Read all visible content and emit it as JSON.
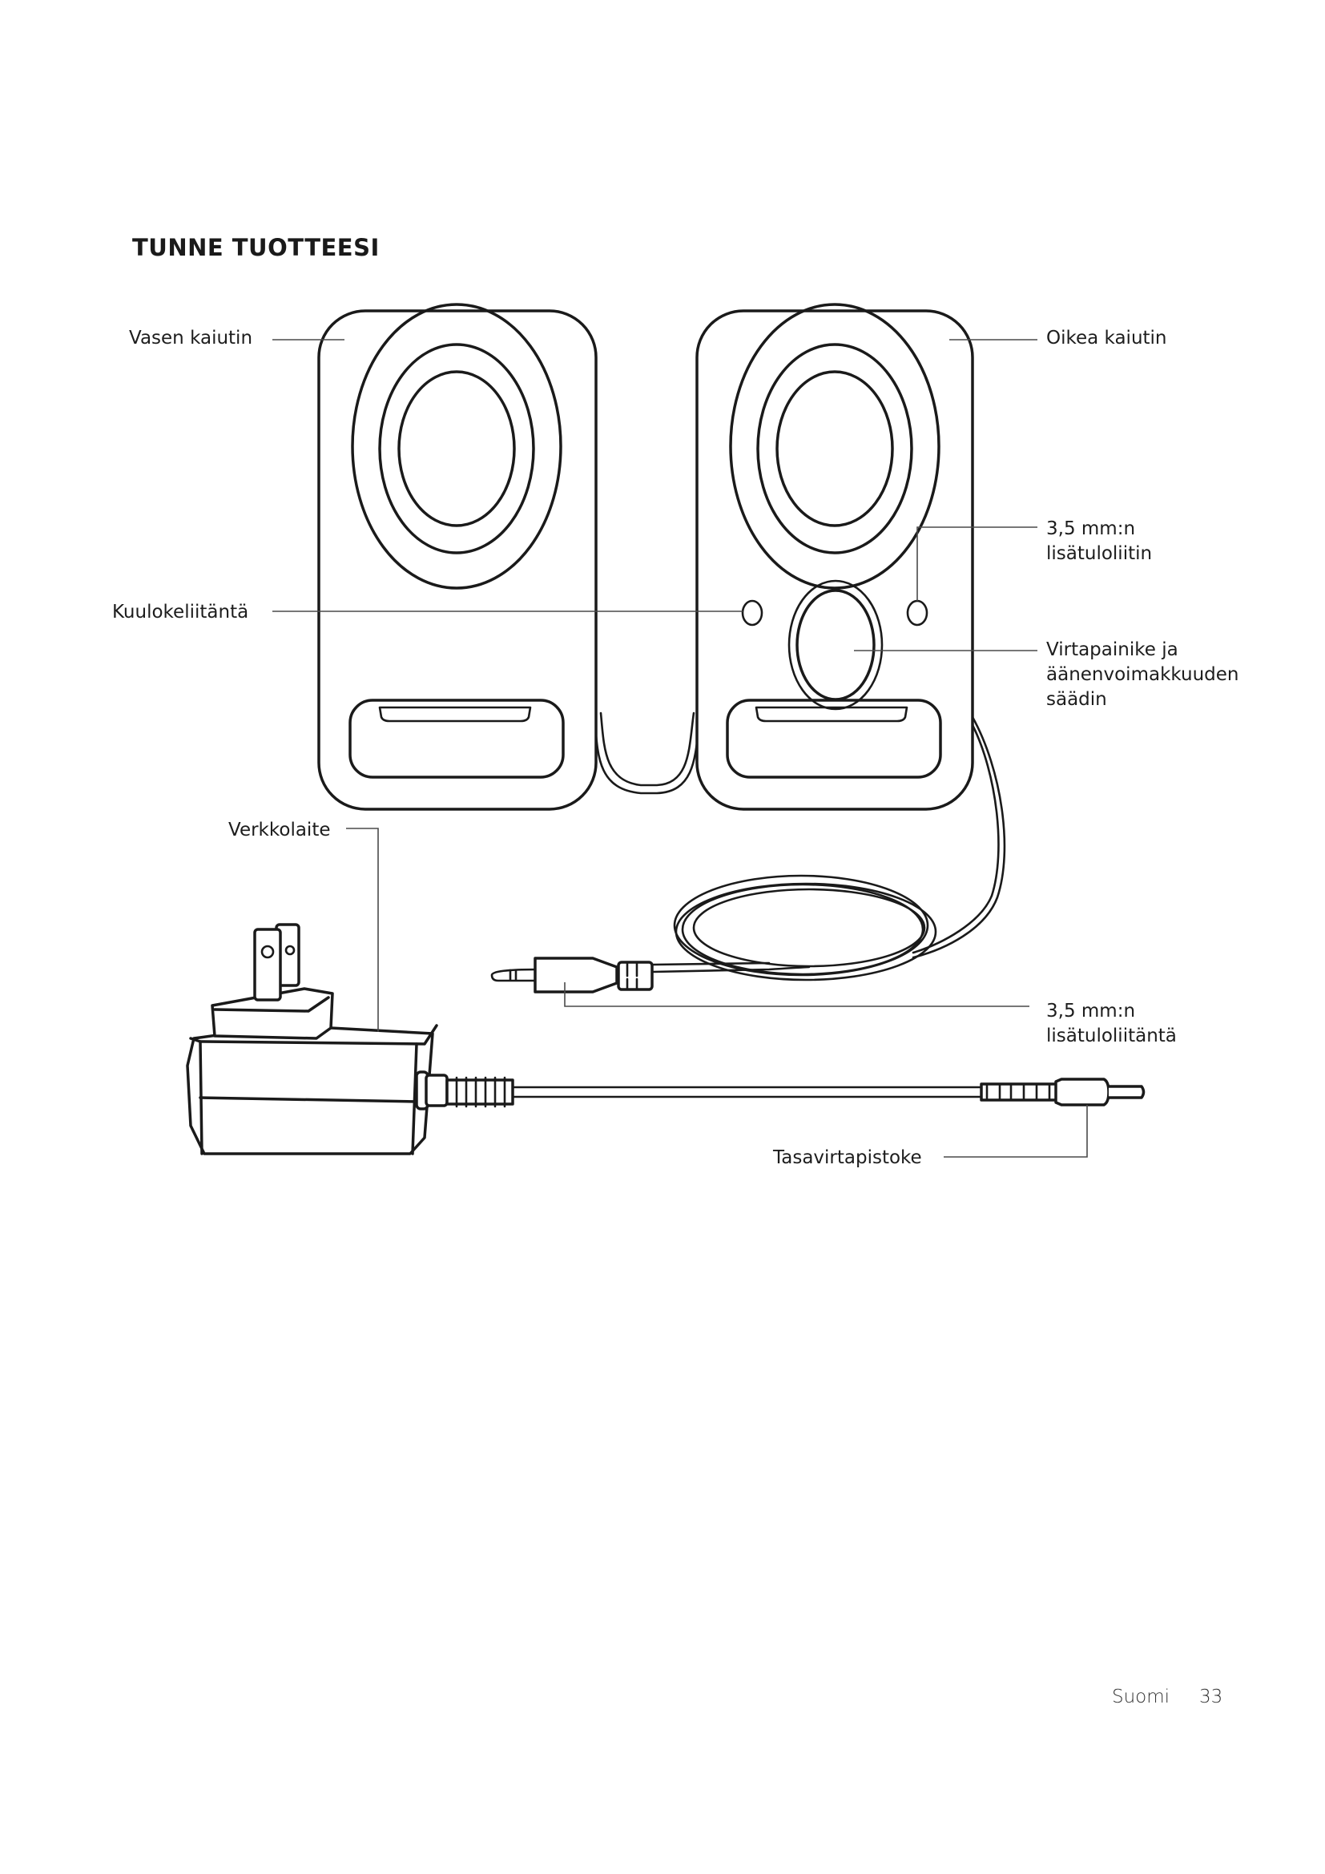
{
  "page": {
    "section_title": "TUNNE TUOTTEESI",
    "footer": {
      "language": "Suomi",
      "page_number": "33"
    }
  },
  "diagram": {
    "subject": "speaker-set-with-power-adapter",
    "callouts": {
      "left_speaker": "Vasen kaiutin",
      "right_speaker": "Oikea kaiutin",
      "aux_input_port": [
        "3,5 mm:n",
        "lisätuloliitin"
      ],
      "headphone_jack": "Kuulokeliitäntä",
      "power_volume_knob": [
        "Virtapainike ja",
        "äänenvoimakkuuden",
        "säädin"
      ],
      "power_adapter": "Verkkolaite",
      "aux_input_plug": [
        "3,5 mm:n",
        "lisätuloliitäntä"
      ],
      "dc_plug": "Tasavirtapistoke"
    }
  }
}
